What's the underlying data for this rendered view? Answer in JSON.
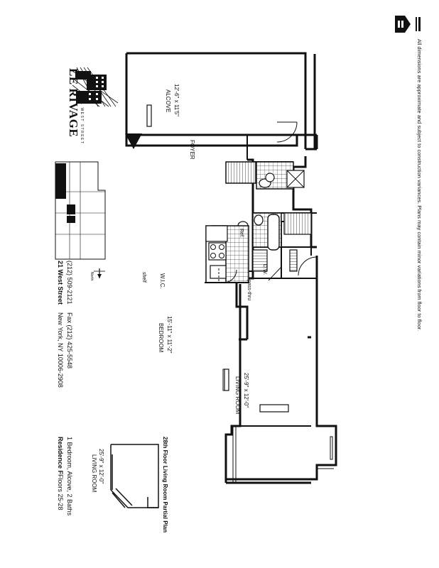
{
  "brand": {
    "name": "LE RIVAGE",
    "address_line": "21 WEST STREET"
  },
  "contact": {
    "street": "21 West Street",
    "city": "New York, NY 10006-2908",
    "phone": "(212) 509-2121",
    "fax": "Fax (212) 425-5548"
  },
  "residence": {
    "name": "Residence F",
    "floors": "Floors 25-28",
    "summary": "1 Bedroom, Alcove, 2 Baths"
  },
  "rooms": {
    "alcove": {
      "name": "ALCOVE",
      "dims": "12'-6\" x 11'5\""
    },
    "foyer": {
      "name": "FOYER"
    },
    "bedroom": {
      "name": "BEDROOM",
      "dims": "15'-11\" x 11'-2\""
    },
    "wic": {
      "name": "W.I.C."
    },
    "shelf": {
      "name": "shelf"
    },
    "living": {
      "name": "LIVING ROOM",
      "dims": "25'-9\" x 12'-0\""
    },
    "ref": {
      "name": "Ref."
    },
    "dw": {
      "name": "D.W."
    },
    "passthru": {
      "name": "pass-thru"
    }
  },
  "partial_plan": {
    "room": "LIVING ROOM",
    "dims": "25'-9\" x 12'-0\"",
    "caption": "28th Floor Living Room Partial Plan"
  },
  "north_label": "North",
  "disclaimer": "All dimensions are approximate and subject to construction variances. Plans may contain minor variations from floor to floor.",
  "icons": [
    "skyline-logo-icon",
    "equal-housing-icon",
    "north-arrow-icon",
    "entry-arrow-icon"
  ]
}
